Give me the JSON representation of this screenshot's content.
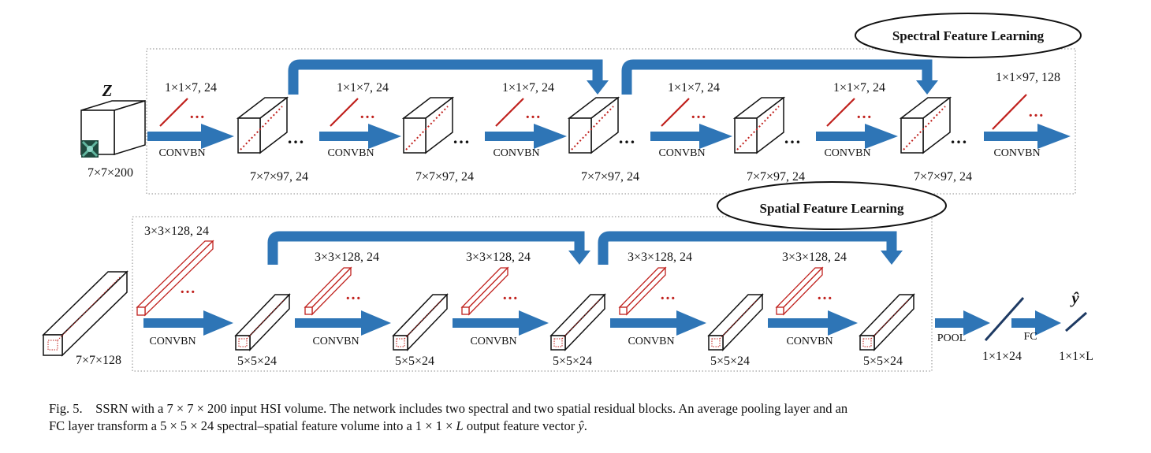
{
  "spectral": {
    "title": "Spectral Feature Learning",
    "input_symbol": "Z",
    "input_size": "7×7×200",
    "kernels": [
      "1×1×7, 24",
      "1×1×7, 24",
      "1×1×7, 24",
      "1×1×7, 24",
      "1×1×7, 24",
      "1×1×97, 128"
    ],
    "op_label": "CONVBN",
    "feature_size": "7×7×97, 24",
    "ellipsis": "…"
  },
  "spatial": {
    "title": "Spatial Feature Learning",
    "input_size": "7×7×128",
    "kernels": [
      "3×3×128, 24",
      "3×3×128, 24",
      "3×3×128, 24",
      "3×3×128, 24",
      "3×3×128, 24"
    ],
    "op_label": "CONVBN",
    "feature_size": "5×5×24",
    "pool_label": "POOL",
    "pool_size": "1×1×24",
    "fc_label": "FC",
    "output_symbol": "ŷ",
    "output_size": "1×1×L"
  },
  "colors": {
    "arrow": "#2e75b6",
    "red": "#c0211d",
    "black": "#111111"
  },
  "caption": {
    "prefix": "Fig. 5.",
    "line1": "SSRN with a 7 × 7 × 200 input HSI volume. The network includes two spectral and two spatial residual blocks. An average pooling layer and an",
    "line2_a": "FC layer transform a 5 × 5 × 24 spectral–spatial feature volume into a 1 × 1 × ",
    "line2_L": "L",
    "line2_b": " output feature vector ",
    "line2_y": "ŷ",
    "line2_end": "."
  }
}
